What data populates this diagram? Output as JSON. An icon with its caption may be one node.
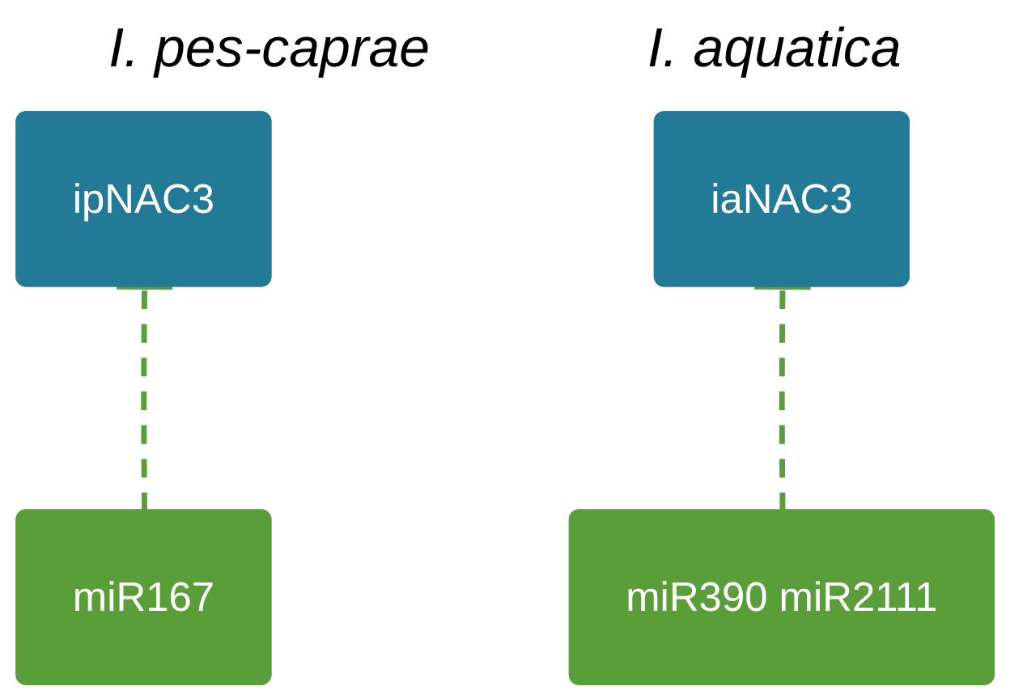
{
  "diagram": {
    "nodes": [
      {
        "text": [
          "ipNAC3"
        ]
      },
      {
        "text": [
          "iaNAC3"
        ]
      },
      {
        "text": [
          "miR167"
        ]
      },
      {
        "text": [
          "miR390 miR2111"
        ]
      }
    ],
    "edges": [
      {
        "from": 2,
        "to": 0,
        "arrow": "other",
        "style": "dashed"
      },
      {
        "from": 3,
        "to": 1,
        "arrow": "other",
        "style": "dashed"
      }
    ],
    "labels": [
      "I. pes-caprae",
      "I. aquatica"
    ]
  }
}
